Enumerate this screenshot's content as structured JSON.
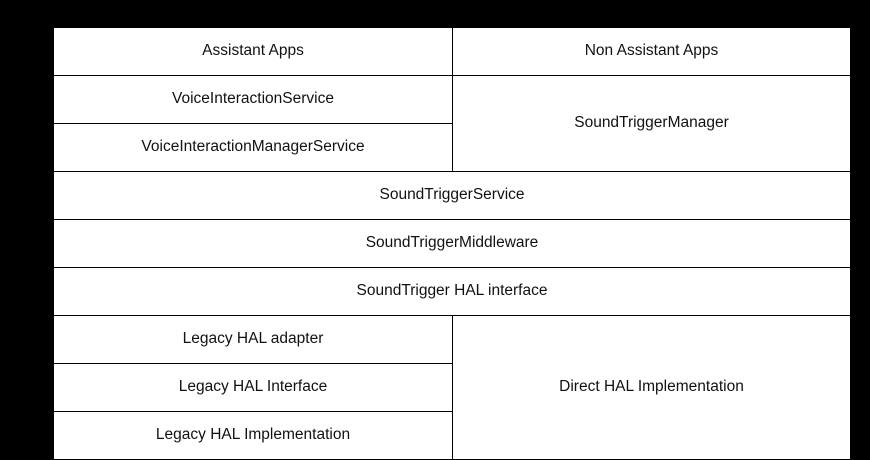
{
  "diagram": {
    "type": "layered-architecture-table",
    "background_color": "#000000",
    "columns": [
      {
        "id": "assistant",
        "label": "Assistant Apps"
      },
      {
        "id": "non_assistant",
        "label": "Non Assistant Apps"
      }
    ],
    "colors": {
      "white": "#ffffff",
      "orange": "#fbe2cb",
      "blue": "#cad9f6",
      "yellow": "#fde193",
      "green": "#d9ebd3",
      "border": "#000000",
      "text": "#111111"
    },
    "rows": [
      {
        "id": "row-header",
        "cells": [
          {
            "id": "cell-assistant-apps",
            "text": "Assistant Apps",
            "fill": "white"
          },
          {
            "id": "cell-non-assistant-apps",
            "text": "Non Assistant Apps",
            "fill": "white"
          }
        ]
      },
      {
        "id": "row-voice-interaction-service",
        "cells": [
          {
            "id": "cell-voice-interaction-service",
            "text": "VoiceInteractionService",
            "fill": "orange"
          },
          {
            "id": "cell-sound-trigger-manager",
            "text": "SoundTriggerManager",
            "fill": "orange",
            "rowspan": 2
          }
        ]
      },
      {
        "id": "row-voice-interaction-manager-service",
        "cells": [
          {
            "id": "cell-voice-interaction-manager-service",
            "text": "VoiceInteractionManagerService",
            "fill": "orange"
          }
        ]
      },
      {
        "id": "row-sound-trigger-service",
        "cells": [
          {
            "id": "cell-sound-trigger-service",
            "text": "SoundTriggerService",
            "fill": "blue",
            "colspan": 2
          }
        ]
      },
      {
        "id": "row-sound-trigger-middleware",
        "cells": [
          {
            "id": "cell-sound-trigger-middleware",
            "text": "SoundTriggerMiddleware",
            "fill": "yellow",
            "colspan": 2
          }
        ]
      },
      {
        "id": "row-sound-trigger-hal-interface",
        "cells": [
          {
            "id": "cell-sound-trigger-hal-interface",
            "text": "SoundTrigger HAL interface",
            "fill": "white",
            "colspan": 2
          }
        ]
      },
      {
        "id": "row-legacy-hal-adapter",
        "cells": [
          {
            "id": "cell-legacy-hal-adapter",
            "text": "Legacy HAL adapter",
            "fill": "green"
          },
          {
            "id": "cell-direct-hal-implementation",
            "text": "Direct HAL Implementation",
            "fill": "green",
            "rowspan": 3
          }
        ]
      },
      {
        "id": "row-legacy-hal-interface",
        "cells": [
          {
            "id": "cell-legacy-hal-interface",
            "text": "Legacy HAL Interface",
            "fill": "green"
          }
        ]
      },
      {
        "id": "row-legacy-hal-implementation",
        "cells": [
          {
            "id": "cell-legacy-hal-implementation",
            "text": "Legacy HAL Implementation",
            "fill": "green"
          }
        ]
      }
    ]
  }
}
